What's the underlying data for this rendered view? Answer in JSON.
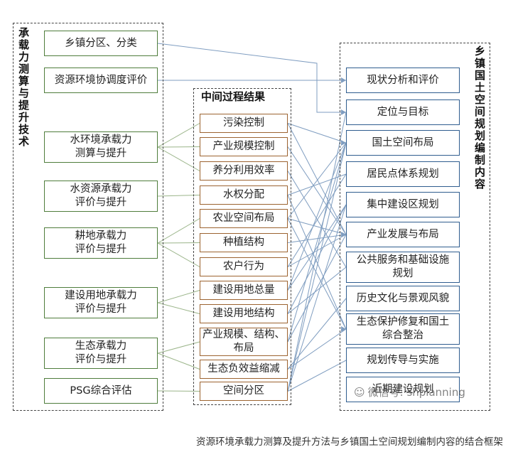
{
  "groups": {
    "left_title": "承载力测算与提升技术",
    "mid_title": "中间过程结果",
    "right_title": "乡镇国土空间规划编制内容"
  },
  "left_items": [
    "乡镇分区、分类",
    "资源环境协调度评价",
    "水环境承载力\n测算与提升",
    "水资源承载力\n评价与提升",
    "耕地承载力\n评价与提升",
    "建设用地承载力\n评价与提升",
    "生态承载力\n评价与提升",
    "PSG综合评估"
  ],
  "mid_items": [
    "污染控制",
    "产业规模控制",
    "养分利用效率",
    "水权分配",
    "农业空间布局",
    "种植结构",
    "农户行为",
    "建设用地总量",
    "建设用地结构",
    "产业规模、结构、\n布局",
    "生态负效益缩减",
    "空间分区"
  ],
  "right_items": [
    "现状分析和评价",
    "定位与目标",
    "国土空间布局",
    "居民点体系规划",
    "集中建设区规划",
    "产业发展与布局",
    "公共服务和基础设施\n规划",
    "历史文化与景观风貌",
    "生态保护修复和国土\n综合整治",
    "规划传导与实施",
    "近期建设规划"
  ],
  "colors": {
    "left_border": "#4f7d3c",
    "mid_border": "#9c6330",
    "right_border": "#2f5d8f",
    "line_left_mid": "#9bb58a",
    "line_mid_right": "#7f9dc0"
  },
  "watermark": "微信号: shplanning",
  "watermark_icon": "wechat-icon",
  "caption": "资源环境承载力测算及提升方法与乡镇国土空间规划编制内容的结合框架"
}
